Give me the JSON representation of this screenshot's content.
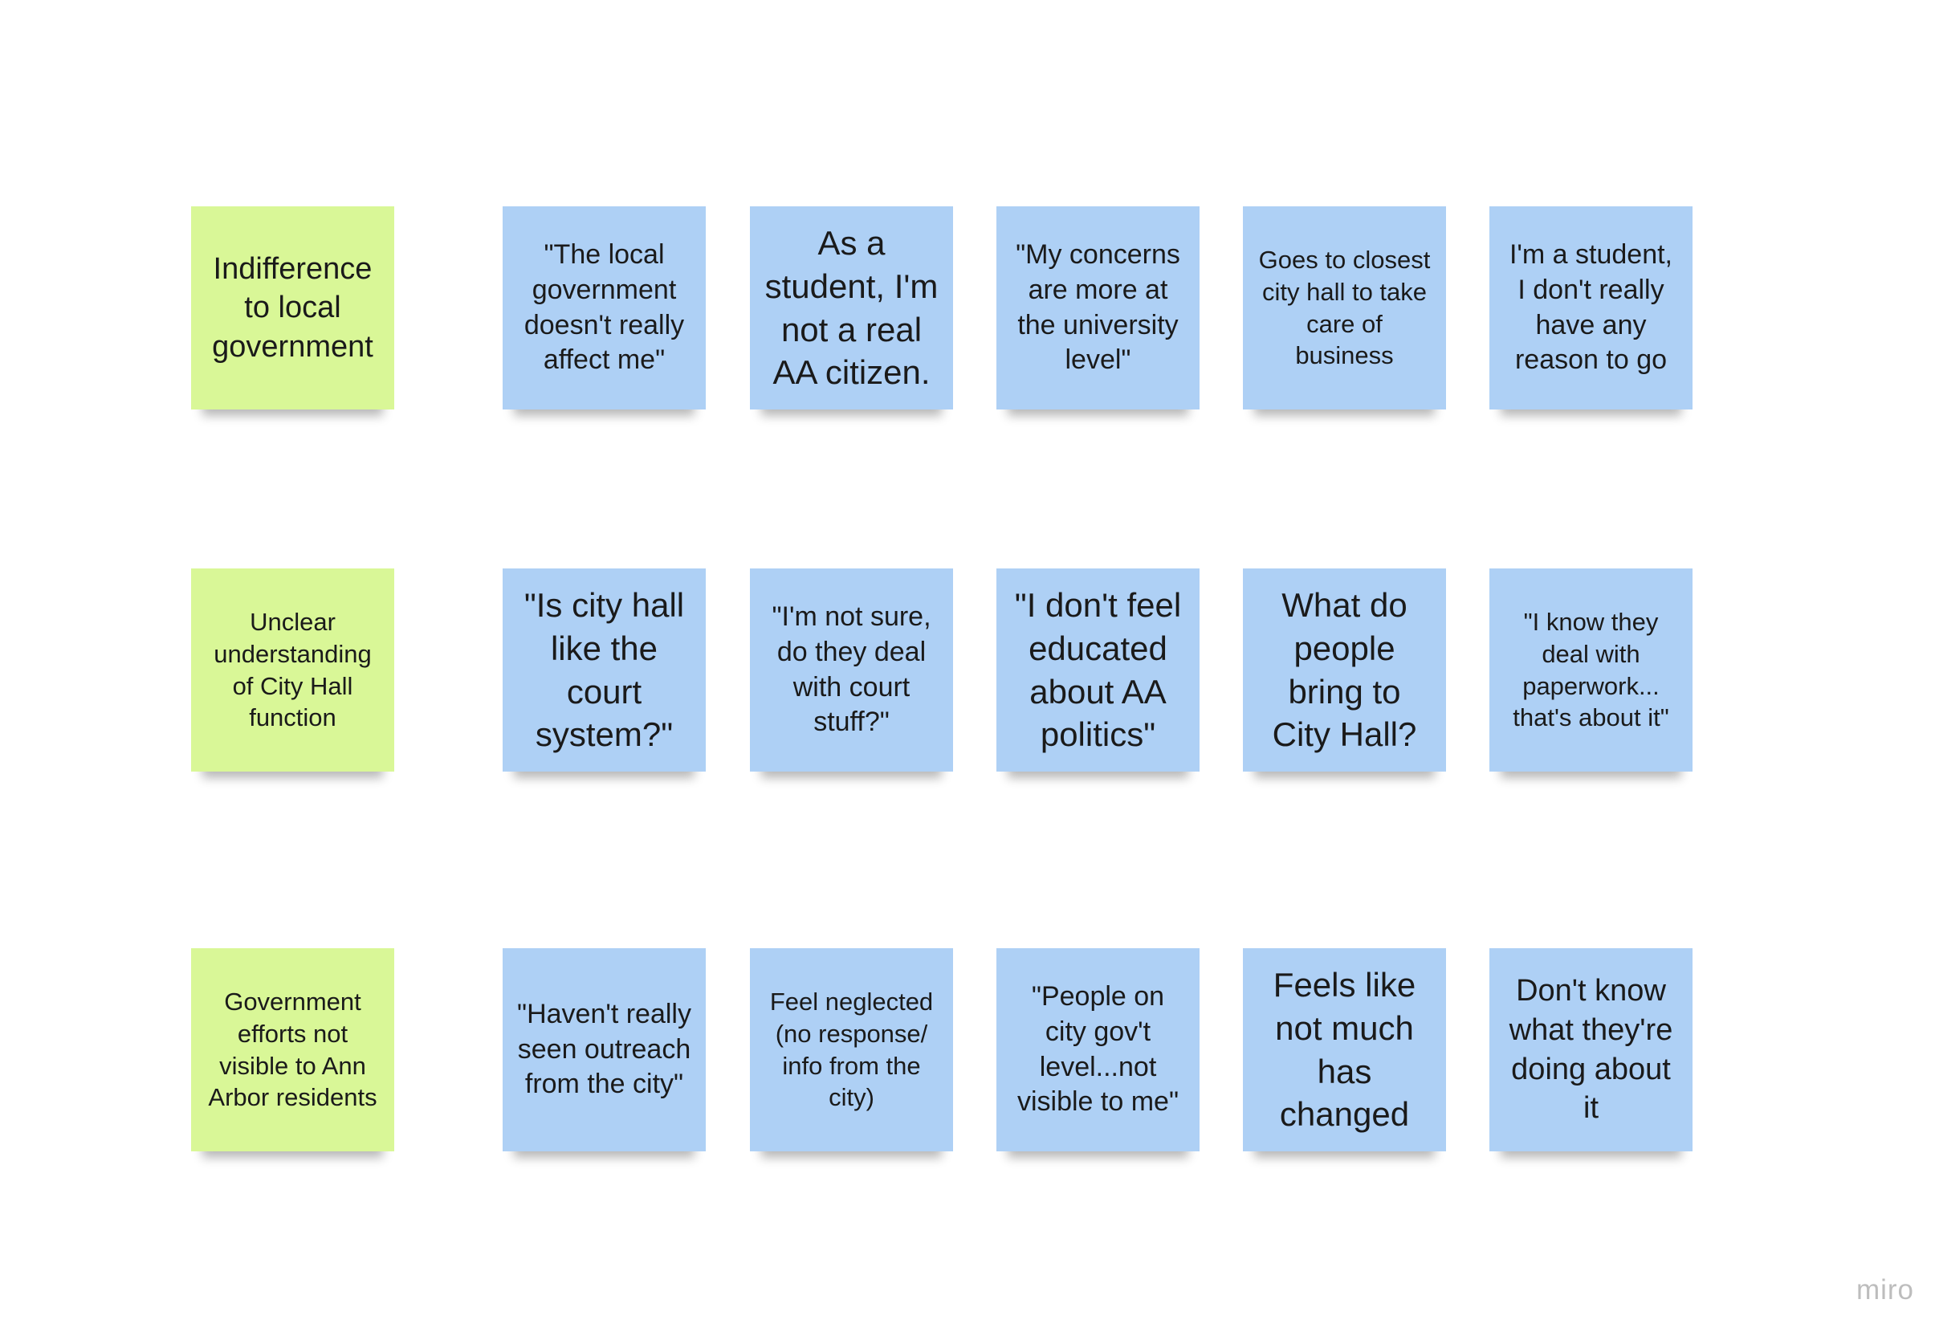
{
  "board": {
    "rows": [
      {
        "theme": "Indifference to local government",
        "notes": [
          "\"The local government doesn't really affect me\"",
          "As a student, I'm not a real AA citizen.",
          "\"My concerns are more at the university level\"",
          "Goes to closest city hall to take care of business",
          "I'm a student, I don't really have any reason to go"
        ]
      },
      {
        "theme": "Unclear understanding of City Hall function",
        "notes": [
          "\"Is city hall like the court system?\"",
          "\"I'm not sure, do they deal with court stuff?\"",
          "\"I don't feel educated about AA politics\"",
          "What do people bring to City Hall?",
          "\"I know they deal with paperwork... that's about it\""
        ]
      },
      {
        "theme": "Government efforts not visible to Ann Arbor residents",
        "notes": [
          "\"Haven't really seen outreach from the city\"",
          "Feel neglected (no response/ info from the city)",
          "\"People on city gov't level...not visible to me\"",
          "Feels like not much has changed",
          "Don't know what they're doing about it"
        ]
      }
    ]
  },
  "colors": {
    "theme_note": "#d9f797",
    "quote_note": "#aed0f5",
    "brand_text": "#bdbdbd"
  },
  "brand": {
    "label": "miro"
  }
}
